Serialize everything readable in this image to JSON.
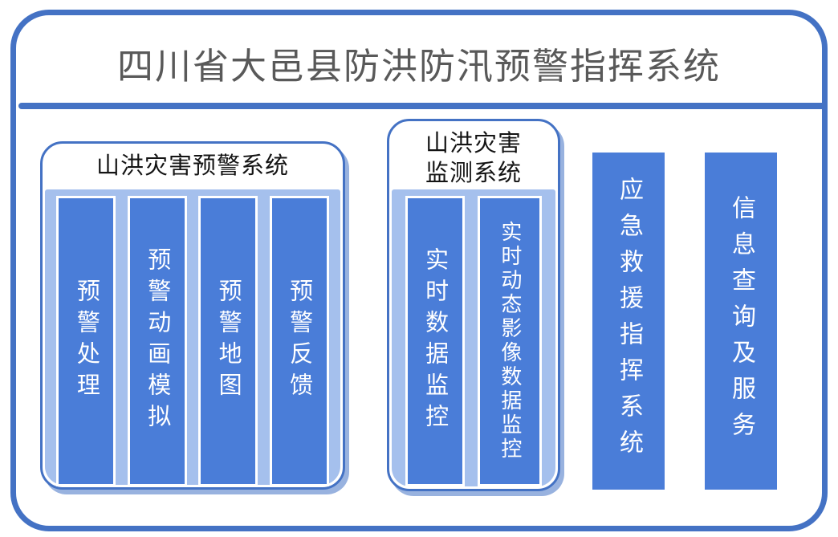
{
  "page_title": "四川省大邑县防洪防汛预警指挥系统",
  "groups": [
    {
      "title": "山洪灾害预警系统",
      "items": [
        "预警处理",
        "预警动画模拟",
        "预警地图",
        "预警反馈"
      ]
    },
    {
      "title": "山洪灾害\n监测系统",
      "items": [
        "实时数据监控",
        "实时动态影像数据监控"
      ]
    }
  ],
  "standalone_systems": [
    "应急救援指挥系统",
    "信息查询及服务"
  ],
  "colors": {
    "frame_border": "#4472C4",
    "bar_fill": "#4A7DD8",
    "panel_fill": "#A5C0ED",
    "title_text": "#595959",
    "group_title_text": "#141414",
    "bar_text": "#FFFFFF"
  }
}
